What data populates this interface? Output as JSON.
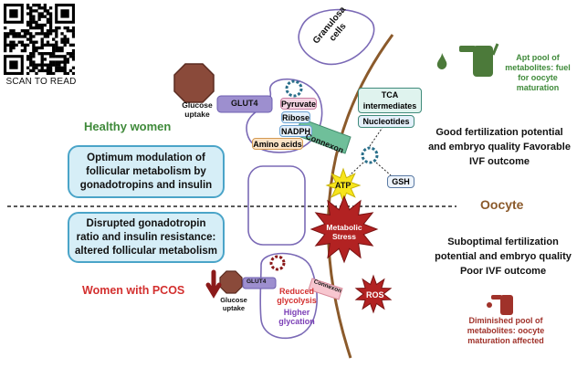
{
  "qr": {
    "caption": "SCAN TO READ"
  },
  "healthy": {
    "heading": "Healthy women",
    "box_text": "Optimum modulation of follicular metabolism by gonadotropins and insulin",
    "glucose_uptake": "Glucose uptake",
    "glut4": "GLUT4",
    "metabolites": [
      "Pyruvate",
      "Ribose",
      "NADPH",
      "Amino acids"
    ],
    "outcome": "Good fertilization potential and embryo quality Favorable IVF outcome",
    "pool": "Apt pool of metabolites: fuel for oocyte maturation"
  },
  "pcos": {
    "heading": "Women with PCOS",
    "box_text": "Disrupted gonadotropin ratio and insulin resistance: altered follicular metabolism",
    "glucose_uptake": "Glucose uptake",
    "glut4": "GLUT4",
    "effects": [
      "Reduced glycolysis",
      "Higher glycation"
    ],
    "outcome": "Suboptimal fertilization potential and embryo quality Poor IVF outcome",
    "pool": "Diminished pool of metabolites: oocyte maturation affected"
  },
  "cell": {
    "granulosa": "Granulosa cells",
    "connexon": "Connexon",
    "oocyte": "Oocyte",
    "tca": "TCA intermediates",
    "nucleotides": "Nucleotides",
    "atp": "ATP",
    "gsh": "GSH",
    "metabolic_stress": "Metabolic Stress",
    "ros": "ROS"
  },
  "colors": {
    "healthy_green": "#3f8a3a",
    "pcos_red": "#d3302f",
    "oocyte_brown": "#8b5a2b",
    "box_fill": "#d6eef7",
    "box_border": "#4aa4c8",
    "glut_purple": "#9d8fcf",
    "stress_red": "#b22222"
  }
}
